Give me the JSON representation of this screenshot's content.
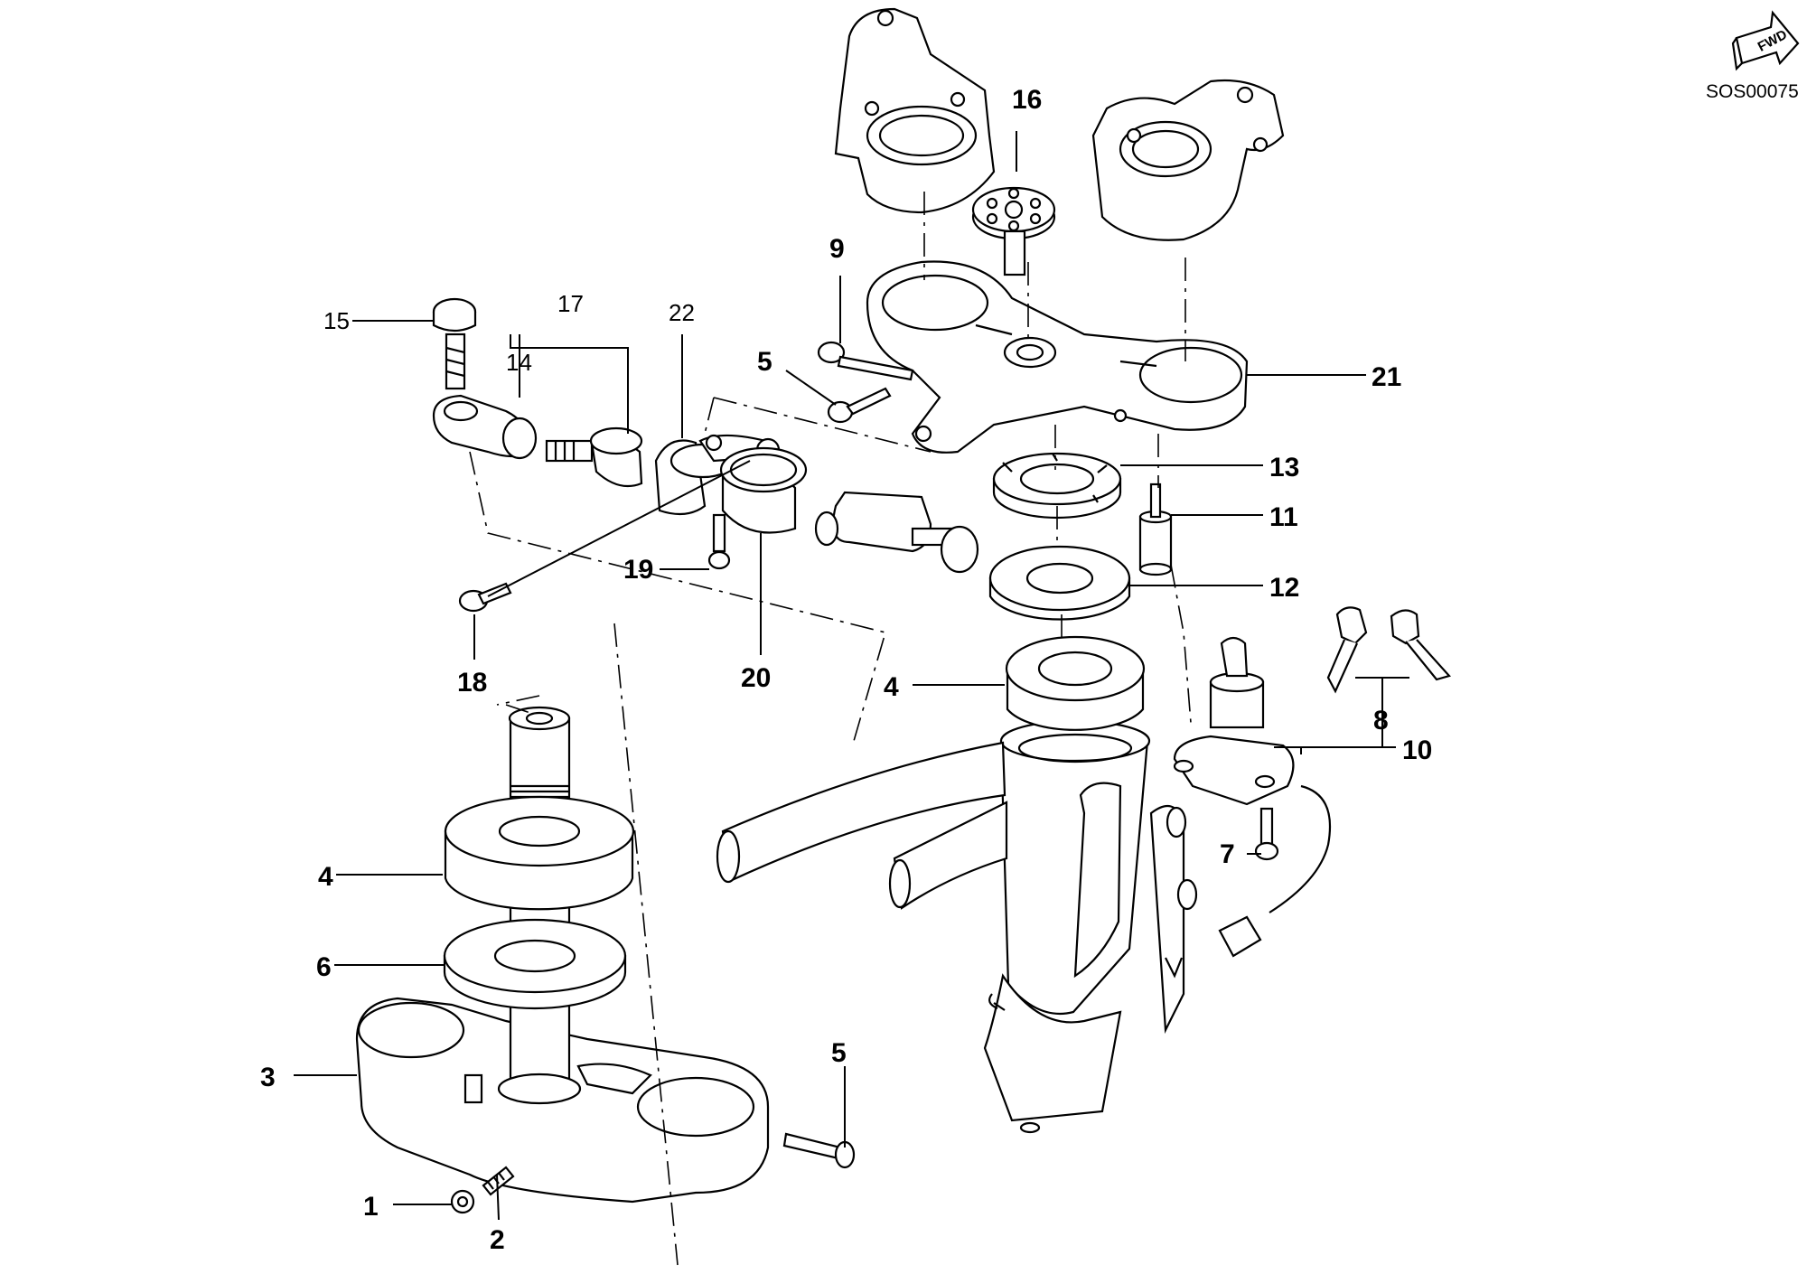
{
  "diagram": {
    "reference_code": "SOS00075",
    "direction_badge": "FWD",
    "callouts": {
      "c1": "1",
      "c2": "2",
      "c3": "3",
      "c4a": "4",
      "c4b": "4",
      "c5a": "5",
      "c5b": "5",
      "c6": "6",
      "c7": "7",
      "c8": "8",
      "c9": "9",
      "c10": "10",
      "c11": "11",
      "c12": "12",
      "c13": "13",
      "c14": "14",
      "c15": "15",
      "c16": "16",
      "c17": "17",
      "c18": "18",
      "c19": "19",
      "c20": "20",
      "c21": "21",
      "c22": "22"
    }
  }
}
